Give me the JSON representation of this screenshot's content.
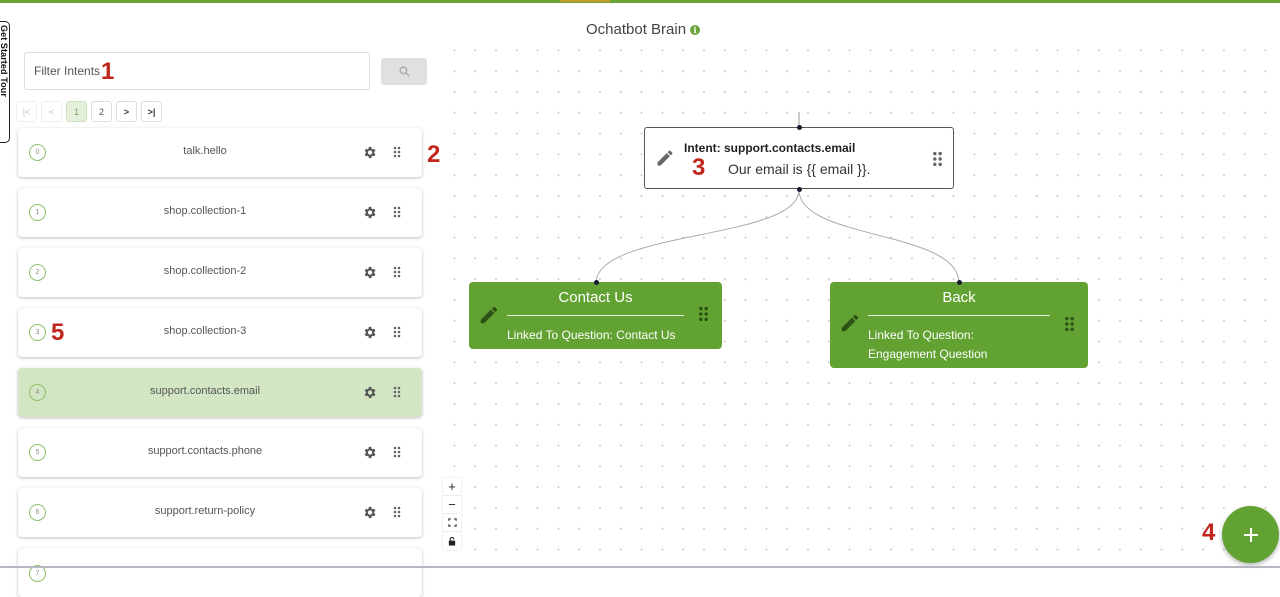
{
  "app": {
    "title": "Ochatbot Brain",
    "info_icon": "info-icon"
  },
  "colors": {
    "brand_green": "#62a232",
    "selected_row": "#d3e6c4",
    "marker_red": "#c0261b",
    "top_bar": "#6aa336"
  },
  "tour_tab": {
    "label": "Get Started Tour"
  },
  "filter": {
    "placeholder": "Filter Intents",
    "value": "",
    "search_icon": "search-icon"
  },
  "pagination": {
    "first": "|<",
    "prev": "<",
    "pages": [
      "1",
      "2"
    ],
    "current": "1",
    "next": ">",
    "last": ">|"
  },
  "intents": [
    {
      "index": "0",
      "name": "talk.hello",
      "selected": false
    },
    {
      "index": "1",
      "name": "shop.collection-1",
      "selected": false
    },
    {
      "index": "2",
      "name": "shop.collection-2",
      "selected": false
    },
    {
      "index": "3",
      "name": "shop.collection-3",
      "selected": false
    },
    {
      "index": "4",
      "name": "support.contacts.email",
      "selected": true
    },
    {
      "index": "5",
      "name": "support.contacts.phone",
      "selected": false
    },
    {
      "index": "6",
      "name": "support.return-policy",
      "selected": false
    },
    {
      "index": "7",
      "name": "",
      "selected": false
    }
  ],
  "flow": {
    "main_node": {
      "heading": "Intent: support.contacts.email",
      "message": "Our email is {{ email }}."
    },
    "children": [
      {
        "title": "Contact Us",
        "subtitle": "Linked To Question: Contact Us"
      },
      {
        "title": "Back",
        "subtitle_line1": "Linked To Question:",
        "subtitle_line2": "Engagement Question"
      }
    ]
  },
  "canvas_controls": {
    "zoom_in": "+",
    "zoom_out": "−",
    "fit": "fit-view-icon",
    "lock": "lock-icon"
  },
  "fab": {
    "label": "+",
    "icon": "plus-icon"
  },
  "annotations": {
    "m1": "1",
    "m2": "2",
    "m3": "3",
    "m4": "4",
    "m5": "5"
  }
}
